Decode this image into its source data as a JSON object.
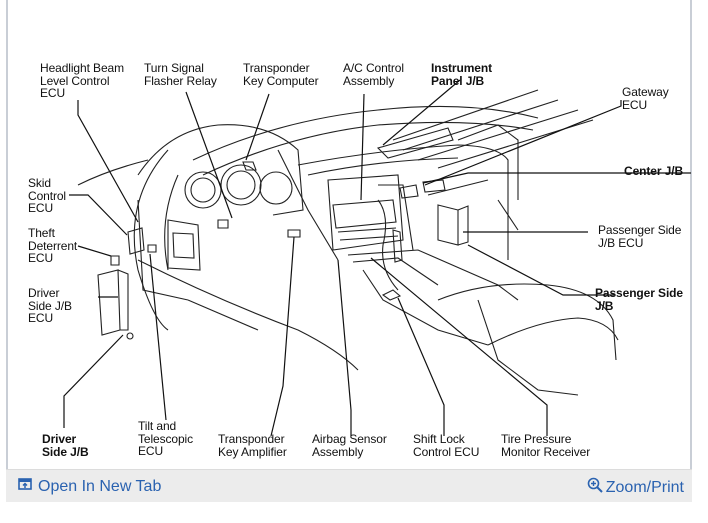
{
  "labels": {
    "headlight": "Headlight Beam\nLevel Control\nECU",
    "turn_signal": "Turn Signal\nFlasher Relay",
    "transponder_key_computer": "Transponder\nKey Computer",
    "ac_control": "A/C Control\nAssembly",
    "instrument_panel": "Instrument\nPanel J/B",
    "gateway": "Gateway\nECU",
    "skid_control": "Skid\nControl\nECU",
    "theft_deterrent": "Theft\nDeterrent\nECU",
    "center_jb": "Center J/B",
    "passenger_side_ecu": "Passenger Side\nJ/B ECU",
    "driver_side_ecu": "Driver\nSide J/B\nECU",
    "passenger_side_jb": "Passenger Side\nJ/B",
    "tilt": "Tilt and\nTelescopic\nECU",
    "driver_side_jb": "Driver\nSide J/B",
    "transponder_key_amp": "Transponder\nKey Amplifier",
    "airbag": "Airbag Sensor\nAssembly",
    "shift_lock": "Shift Lock\nControl ECU",
    "tire_pressure": "Tire Pressure\nMonitor Receiver"
  },
  "footer": {
    "open_label": "Open In New Tab",
    "zoom_label": "Zoom/Print",
    "link_color": "#2a62b0"
  },
  "icons": {
    "open": "open-in-new-tab-icon",
    "zoom": "magnifier-plus-icon"
  }
}
